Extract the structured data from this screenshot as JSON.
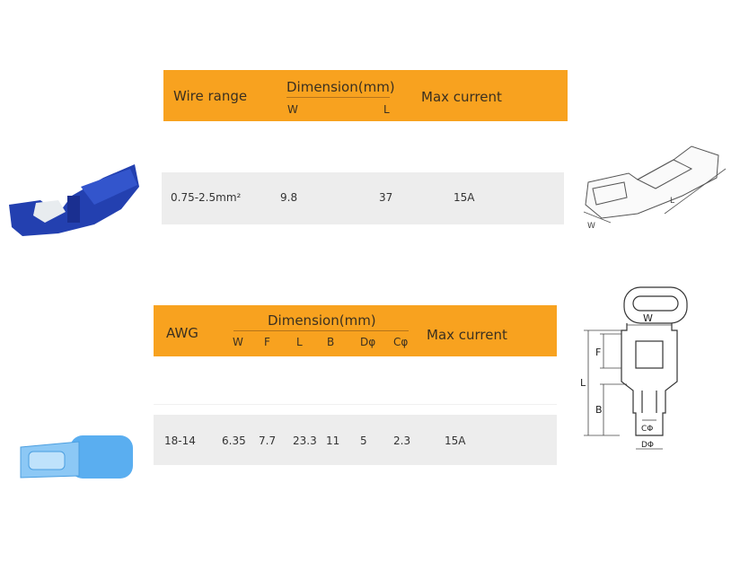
{
  "table1": {
    "headers": {
      "wire_range": "Wire range",
      "dimension": "Dimension(mm)",
      "w": "W",
      "l": "L",
      "max_current": "Max current"
    },
    "row": {
      "wire_range": "0.75-2.5mm²",
      "w": "9.8",
      "l": "37",
      "max_current": "15A"
    },
    "diagram_labels": {
      "w": "W",
      "l": "L"
    }
  },
  "table2": {
    "headers": {
      "awg": "AWG",
      "dimension": "Dimension(mm)",
      "w": "W",
      "f": "F",
      "l": "L",
      "b": "B",
      "d": "Dφ",
      "c": "Cφ",
      "max_current": "Max current"
    },
    "row": {
      "awg": "18-14",
      "w": "6.35",
      "f": "7.7",
      "l": "23.3",
      "b": "11",
      "d": "5",
      "c": "2.3",
      "max_current": "15A"
    },
    "diagram_labels": {
      "w": "W",
      "f": "F",
      "l": "L",
      "b": "B",
      "c": "CΦ",
      "d": "DΦ"
    }
  },
  "colors": {
    "header": "#F8A21F",
    "row": "#EDEDED",
    "connector_blue": "#2340B0",
    "terminal_blue": "#5AAEF0"
  }
}
